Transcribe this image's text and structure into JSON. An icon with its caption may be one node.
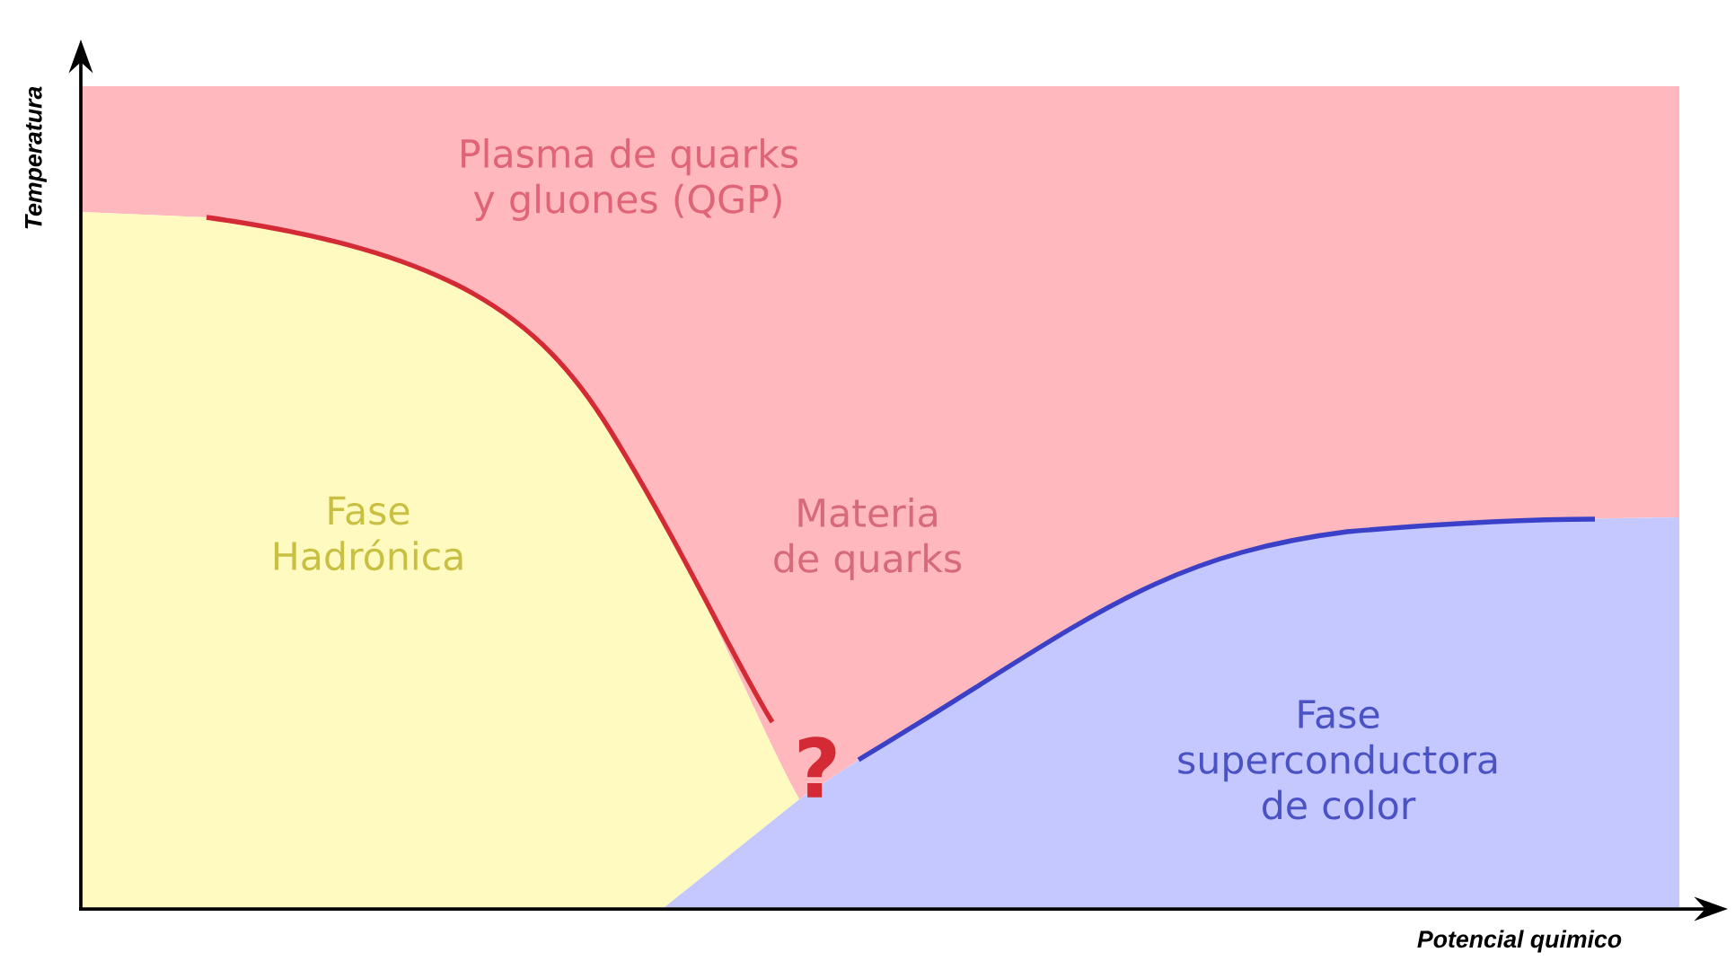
{
  "diagram": {
    "nodes": [
      {
        "text": [
          "Plasma de quarks y gluones (QGP)",
          "Materia de quarks"
        ]
      },
      {
        "text": [
          "Fase Hadrónica"
        ]
      },
      {
        "text": [
          "Fase superconductora de color"
        ]
      }
    ],
    "labels": [
      "?",
      "Temperatura",
      "Potencial quimico"
    ]
  }
}
